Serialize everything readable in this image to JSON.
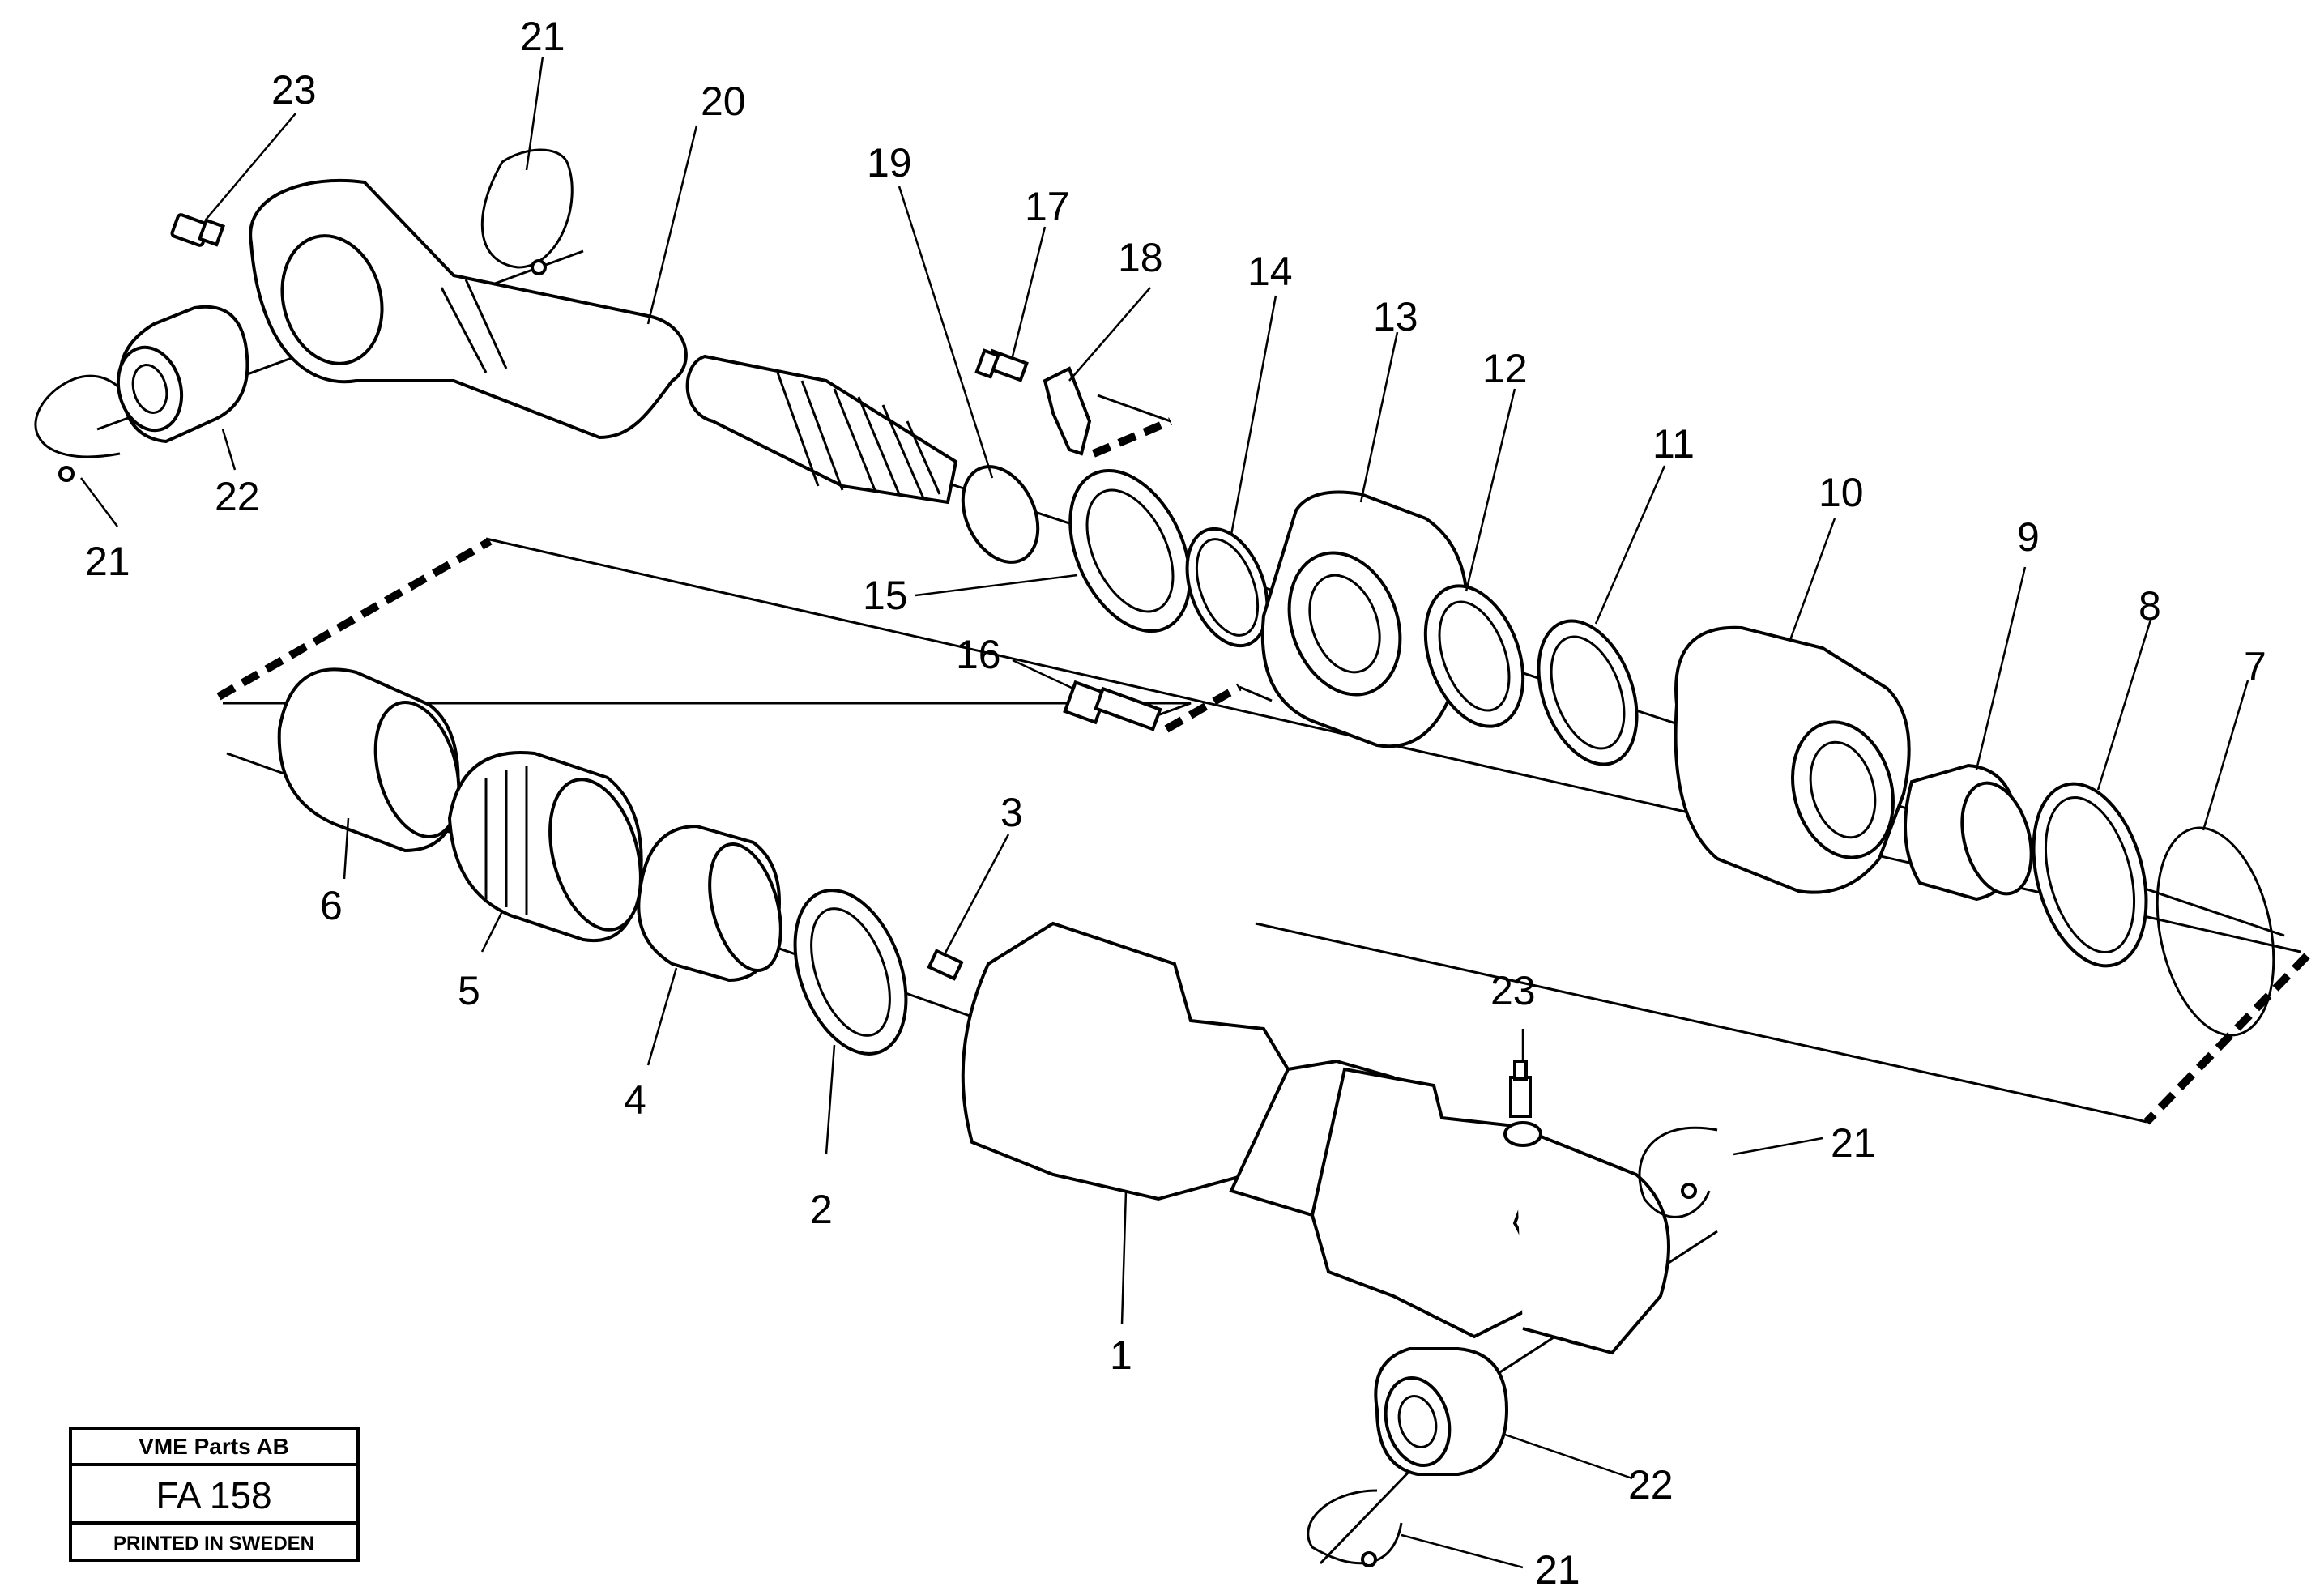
{
  "diagram": {
    "callouts": [
      {
        "id": "c21a",
        "label": "21"
      },
      {
        "id": "c23a",
        "label": "23"
      },
      {
        "id": "c20",
        "label": "20"
      },
      {
        "id": "c19",
        "label": "19"
      },
      {
        "id": "c17",
        "label": "17"
      },
      {
        "id": "c18",
        "label": "18"
      },
      {
        "id": "c14",
        "label": "14"
      },
      {
        "id": "c13",
        "label": "13"
      },
      {
        "id": "c12",
        "label": "12"
      },
      {
        "id": "c11",
        "label": "11"
      },
      {
        "id": "c10",
        "label": "10"
      },
      {
        "id": "c9",
        "label": "9"
      },
      {
        "id": "c8",
        "label": "8"
      },
      {
        "id": "c7",
        "label": "7"
      },
      {
        "id": "c22a",
        "label": "22"
      },
      {
        "id": "c21b",
        "label": "21"
      },
      {
        "id": "c15",
        "label": "15"
      },
      {
        "id": "c16",
        "label": "16"
      },
      {
        "id": "c6",
        "label": "6"
      },
      {
        "id": "c5",
        "label": "5"
      },
      {
        "id": "c4",
        "label": "4"
      },
      {
        "id": "c3",
        "label": "3"
      },
      {
        "id": "c2",
        "label": "2"
      },
      {
        "id": "c1",
        "label": "1"
      },
      {
        "id": "c23b",
        "label": "23"
      },
      {
        "id": "c21c",
        "label": "21"
      },
      {
        "id": "c22b",
        "label": "22"
      },
      {
        "id": "c21d",
        "label": "21"
      }
    ]
  },
  "stamp": {
    "company": "VME Parts AB",
    "code": "FA 158",
    "printed": "PRINTED IN SWEDEN"
  }
}
